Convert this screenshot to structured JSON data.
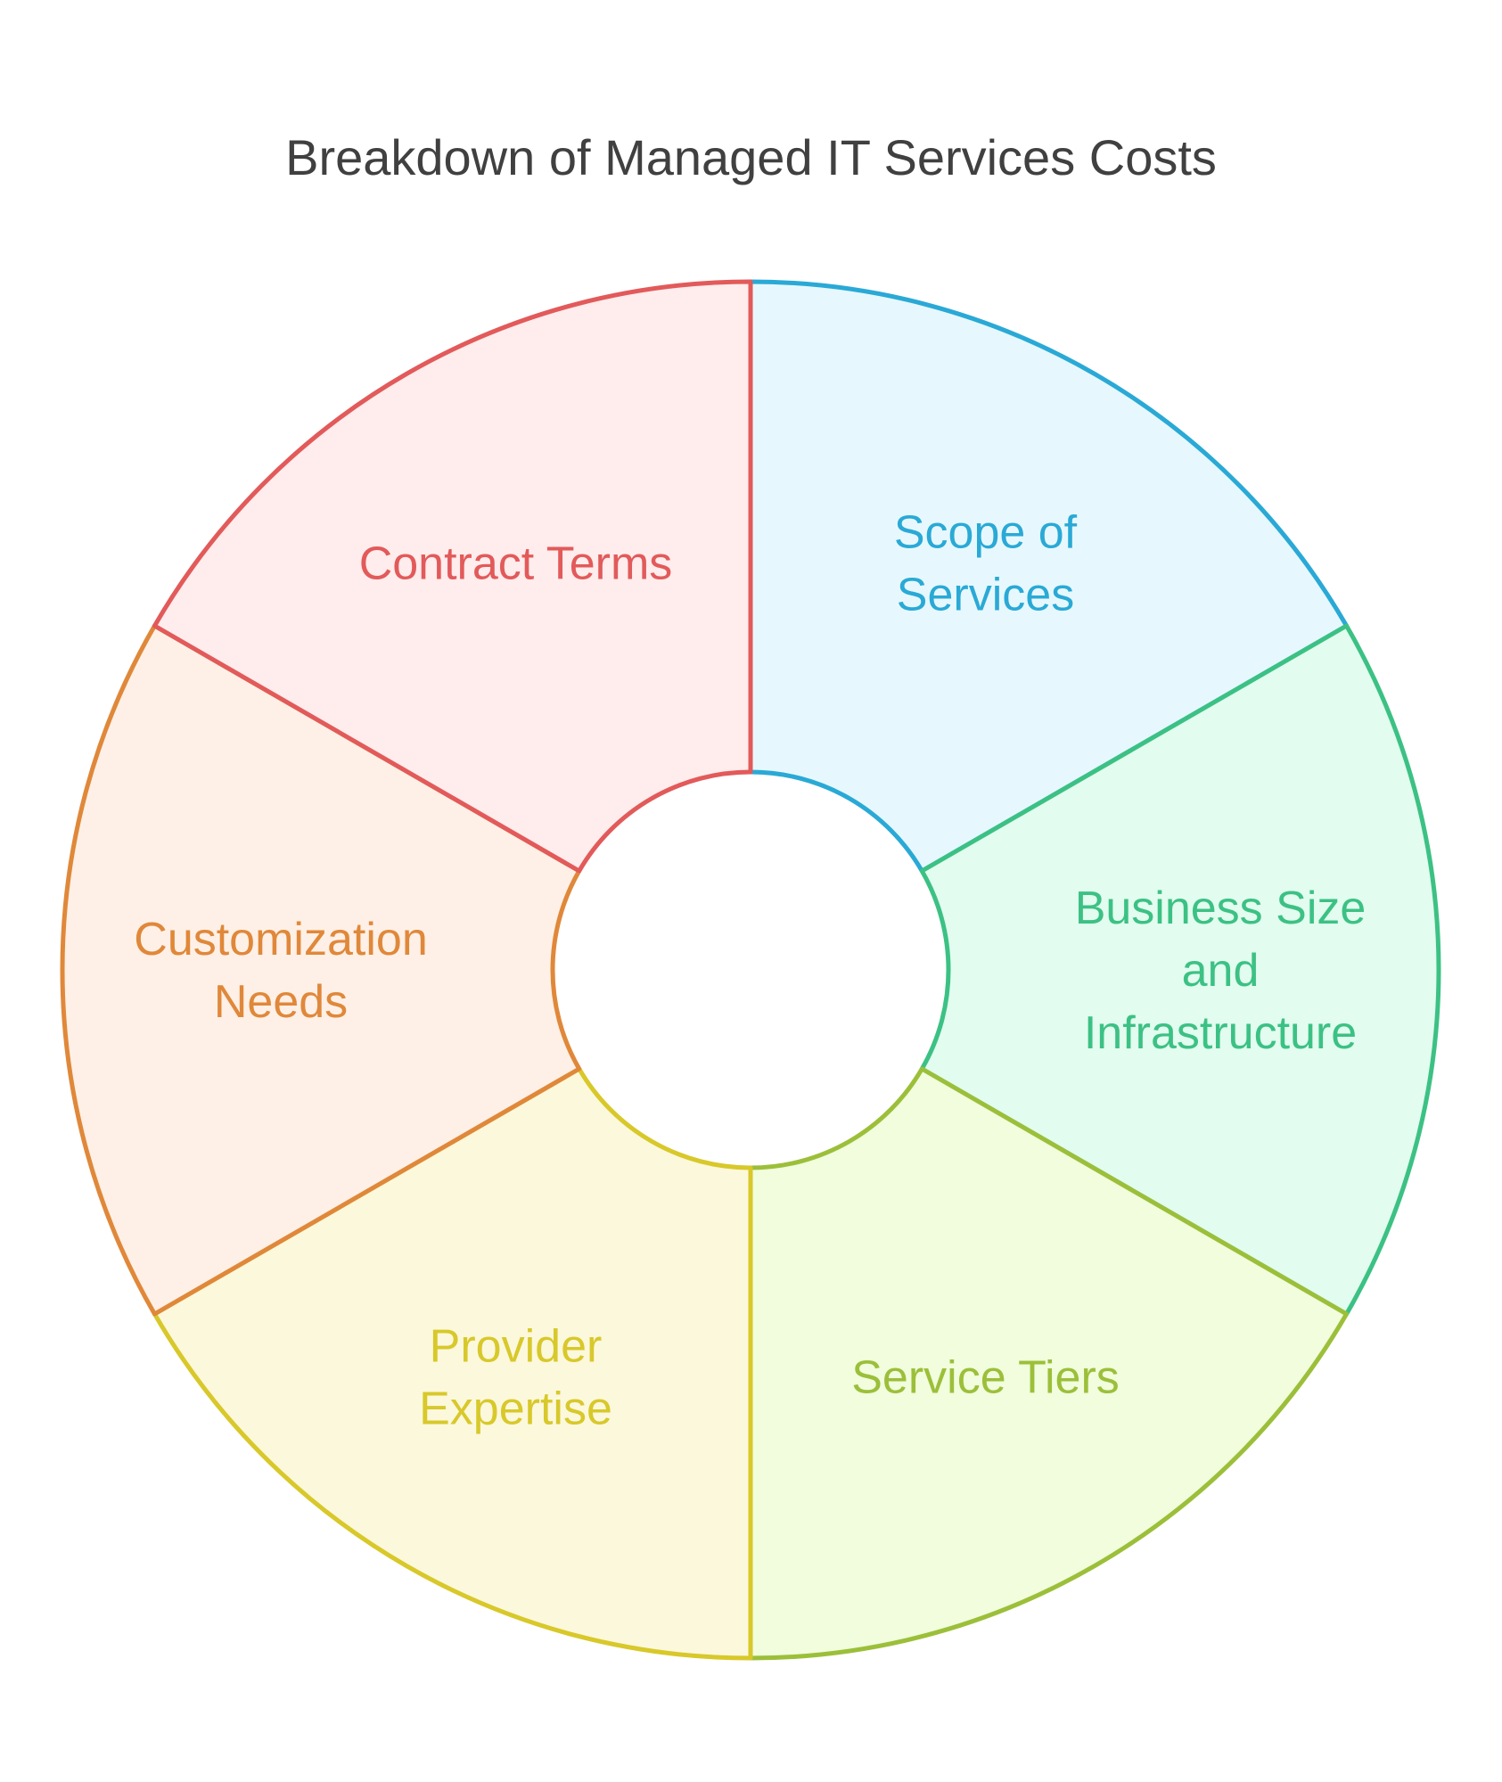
{
  "title": "Breakdown of Managed IT Services Costs",
  "segments": [
    {
      "label": [
        "Scope of",
        "Services"
      ],
      "stroke": "#2aa9d6",
      "fill": "#e6f8fd"
    },
    {
      "label": [
        "Business Size",
        "and",
        "Infrastructure"
      ],
      "stroke": "#3cc184",
      "fill": "#e2fcef"
    },
    {
      "label": [
        "Service Tiers"
      ],
      "stroke": "#9cbf3a",
      "fill": "#f1fddd"
    },
    {
      "label": [
        "Provider",
        "Expertise"
      ],
      "stroke": "#d8c82a",
      "fill": "#fcf8dc"
    },
    {
      "label": [
        "Customization",
        "Needs"
      ],
      "stroke": "#e0883a",
      "fill": "#fef0e6"
    },
    {
      "label": [
        "Contract Terms"
      ],
      "stroke": "#e25a5a",
      "fill": "#ffecec"
    }
  ]
}
